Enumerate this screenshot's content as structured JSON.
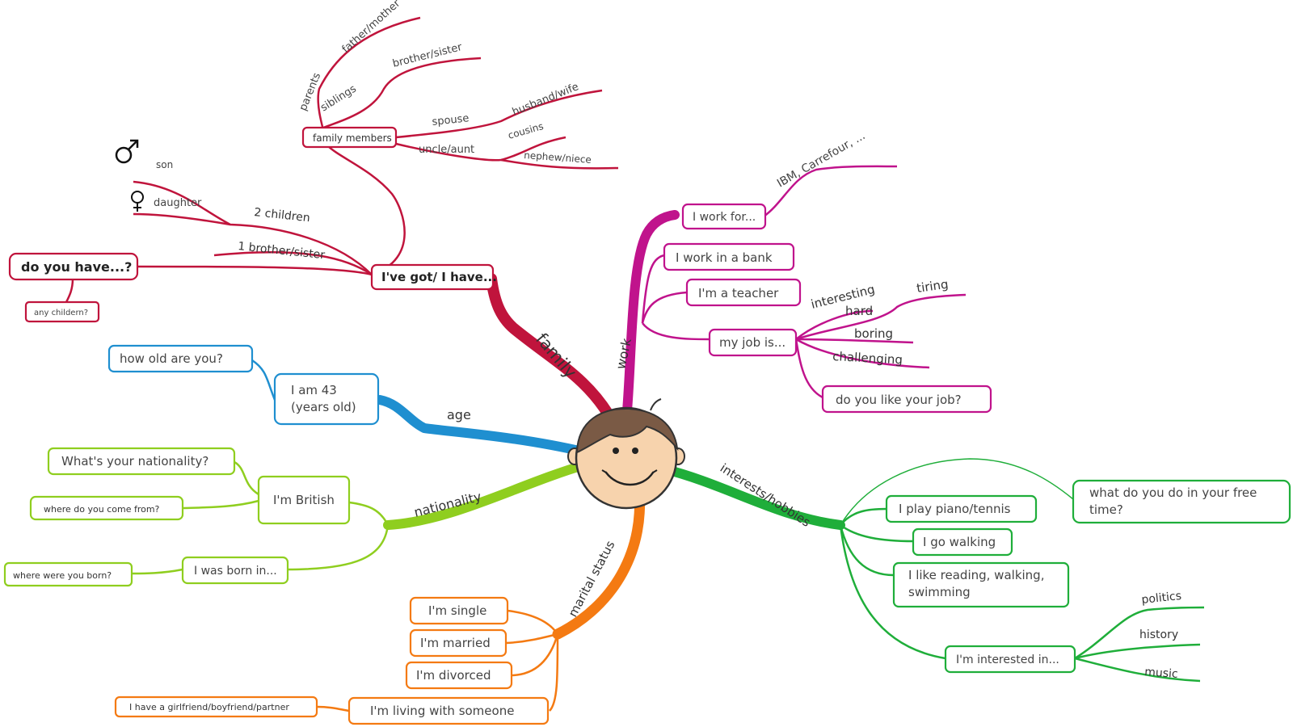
{
  "colors": {
    "family": "#c0143c",
    "work": "#c0138c",
    "age": "#1f8fd0",
    "nationality": "#8fce1f",
    "marital": "#f47a12",
    "hobbies": "#1fae3a"
  },
  "center": {
    "icon": "smiling-boy-face-icon"
  },
  "branches": {
    "family": "family",
    "work": "work",
    "age": "age",
    "nationality": "nationality",
    "marital": "marital status",
    "hobbies": "interests/hobbies"
  },
  "family": {
    "ive_got": "I've got/ I have...",
    "do_you_have": "do you have...?",
    "any_children": "any childern?",
    "brother_sister_count": "1 brother/sister",
    "two_children": "2 children",
    "son": "son",
    "daughter": "daughter",
    "male_icon": "male-symbol-icon",
    "female_icon": "female-symbol-icon",
    "family_members": "family members",
    "parents": "parents",
    "father_mother": "father/mother",
    "siblings": "siblings",
    "brother_sister": "brother/sister",
    "spouse": "spouse",
    "husband_wife": "husband/wife",
    "uncle_aunt": "uncle/aunt",
    "cousins": "cousins",
    "nephew_niece": "nephew/niece"
  },
  "work": {
    "work_for": "I work for...",
    "companies": "IBM, Carrefour, ...",
    "work_in_bank": "I work in a bank",
    "teacher": "I'm a teacher",
    "my_job_is": "my job is...",
    "interesting": "interesting",
    "tiring": "tiring",
    "hard": "hard",
    "boring": "boring",
    "challenging": "challenging",
    "like_your_job": "do you like your job?"
  },
  "age": {
    "how_old": "how old are you?",
    "i_am_43_line1": "I am 43",
    "i_am_43_line2": "(years old)"
  },
  "nationality": {
    "whats_nationality": "What's your nationality?",
    "where_come_from": "where do you come from?",
    "im_british": "I'm British",
    "born_in": "I was born in...",
    "where_born": "where were you born?"
  },
  "marital": {
    "single": "I'm single",
    "married": "I'm married",
    "divorced": "I'm divorced",
    "living_with": "I'm living with someone",
    "partner": "I have a girlfriend/boyfriend/partner"
  },
  "hobbies": {
    "free_time_line1": "what do you do in your free",
    "free_time_line2": "time?",
    "piano": "I play piano/tennis",
    "walking": "I go walking",
    "reading_line1": "I like reading, walking,",
    "reading_line2": "swimming",
    "interested_in": "I'm interested in...",
    "politics": "politics",
    "history": "history",
    "music": "music"
  }
}
